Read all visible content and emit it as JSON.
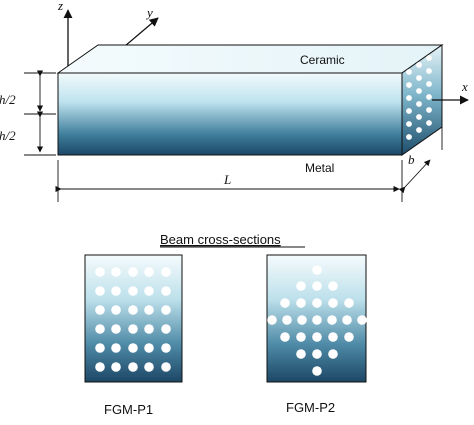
{
  "axes": {
    "z": "z",
    "y": "y",
    "x": "x"
  },
  "beam": {
    "top_material": "Ceramic",
    "bottom_material": "Metal",
    "length_label": "L",
    "width_label": "b",
    "half_height_label_top": "h/2",
    "half_height_label_bottom": "h/2"
  },
  "sections": {
    "title": "Beam cross-sections",
    "items": [
      {
        "label": "FGM-P1"
      },
      {
        "label": "FGM-P2"
      }
    ]
  },
  "colors": {
    "top_gradient": "#eef7fa",
    "bottom_gradient": "#1d4e6c",
    "line": "#111111",
    "hole": "#ffffff"
  }
}
